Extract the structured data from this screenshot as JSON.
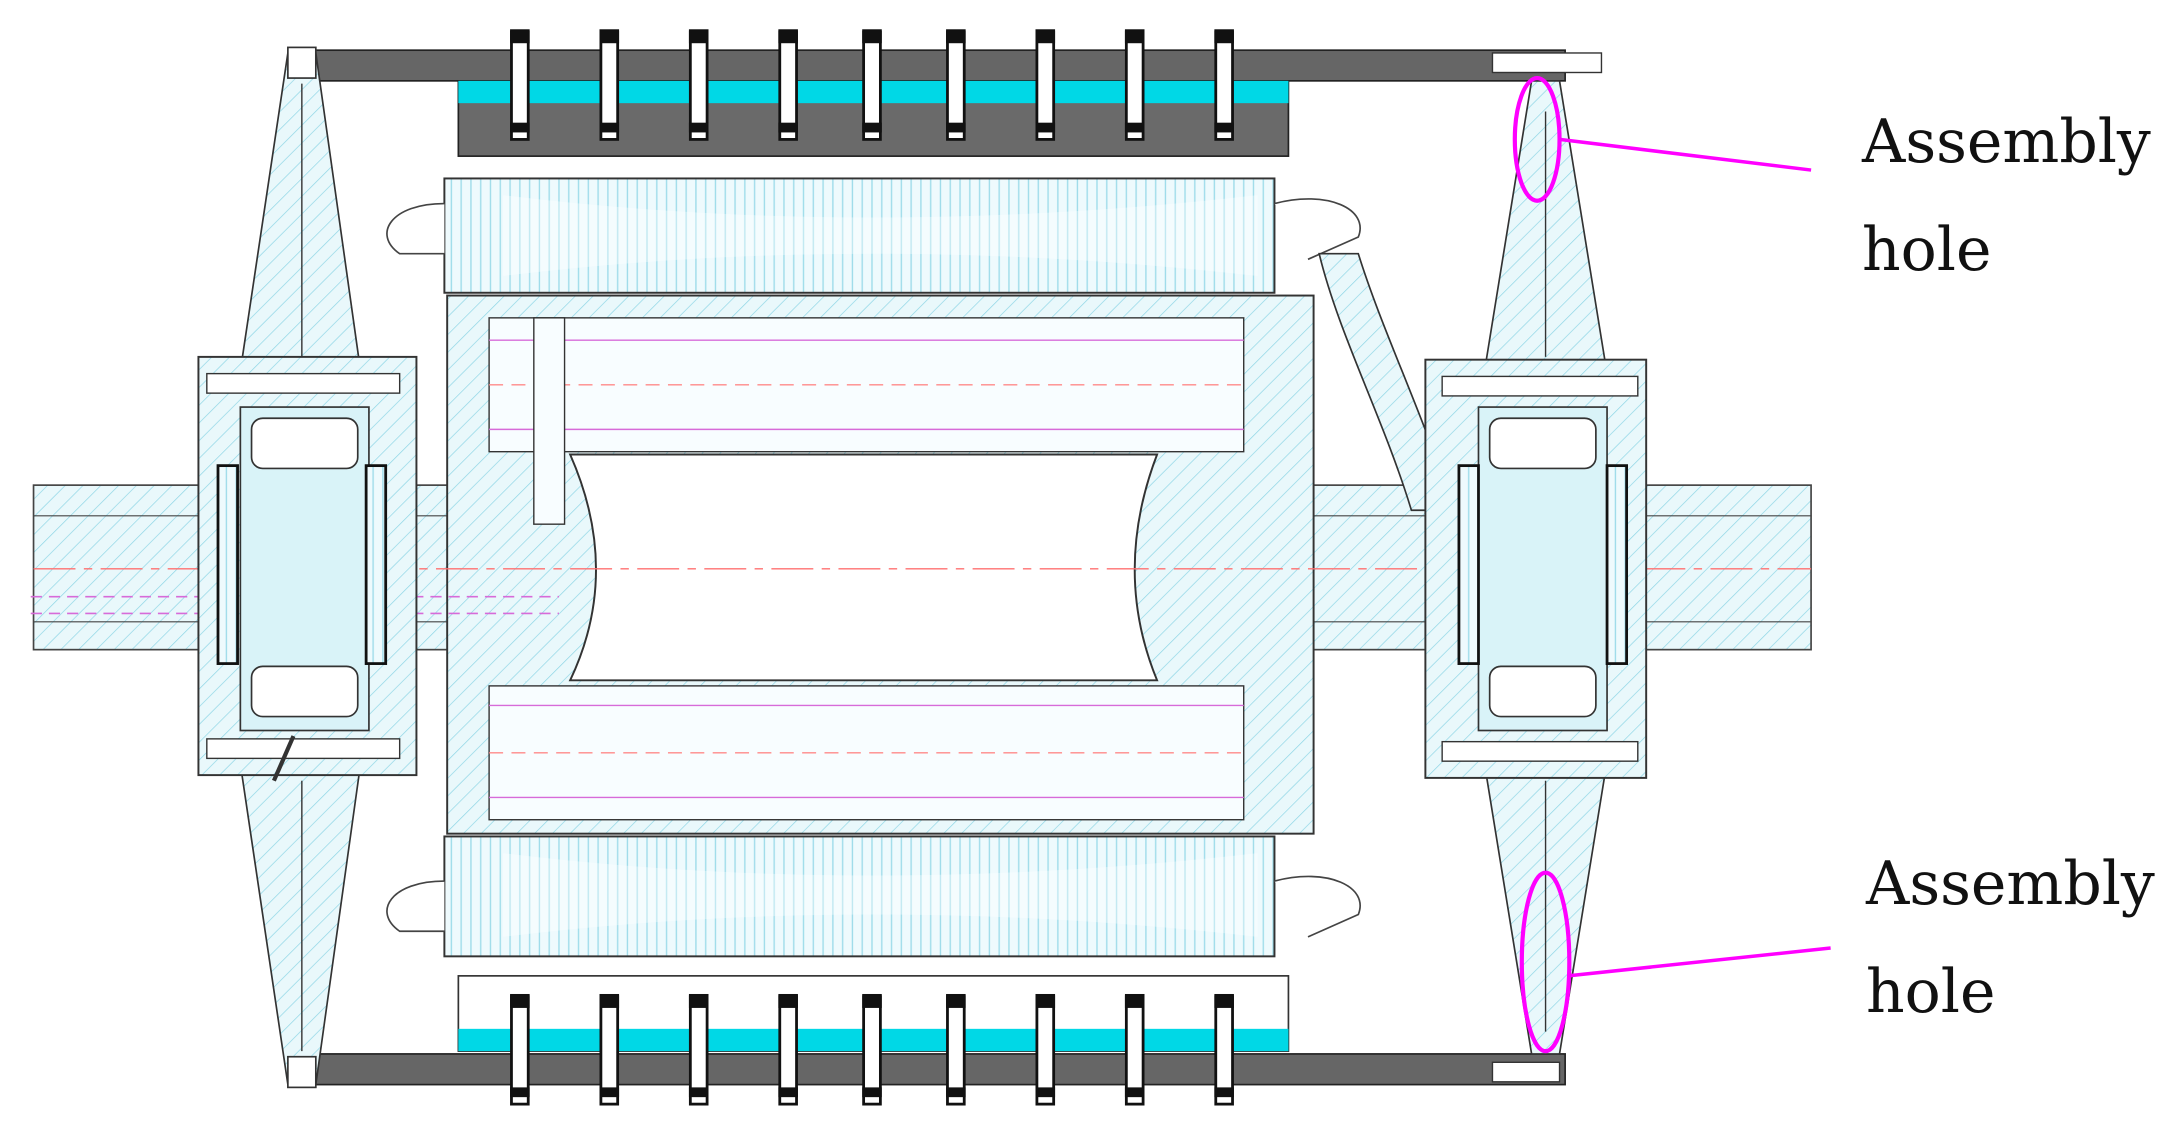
{
  "annotations": [
    {
      "line1": "Assembly",
      "line2": "hole"
    },
    {
      "line1": "Assembly",
      "line2": "hole"
    }
  ],
  "colors": {
    "hatch": "#bfeaf2",
    "cyan_band": "#00d8e6",
    "dark_steel": "#666666",
    "outline": "#333333",
    "callout": "#ff00ff",
    "centerline": "#ff6666"
  }
}
